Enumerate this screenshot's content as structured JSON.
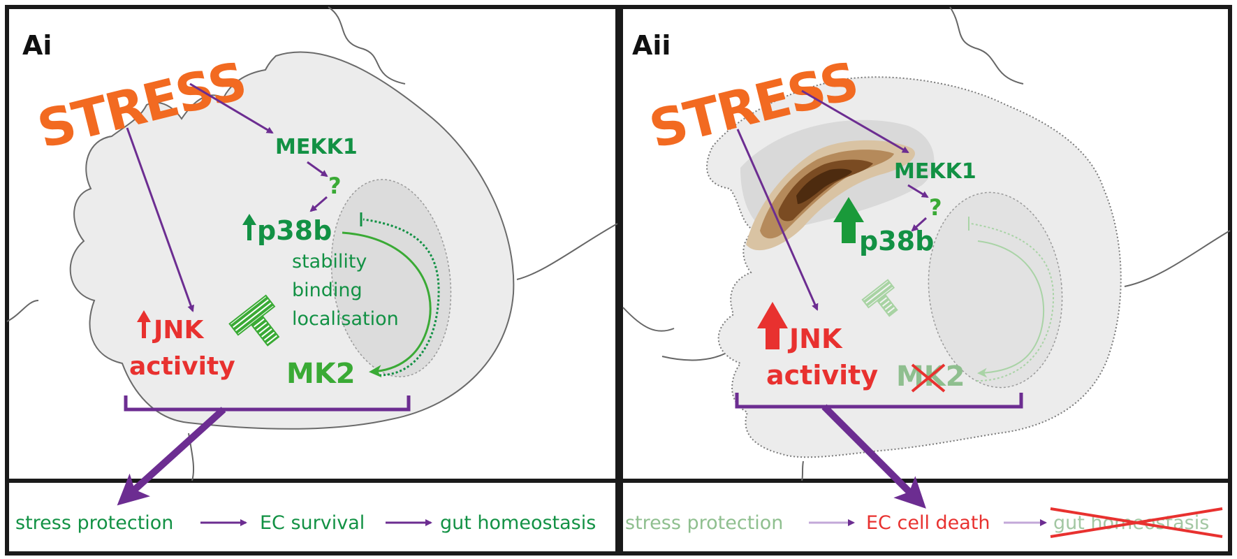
{
  "colors": {
    "orange": "#f26a21",
    "purple": "#6c2d91",
    "green": "#129144",
    "green_bright": "#3aaa35",
    "red": "#e8312f",
    "cell_fill": "#ececec",
    "nucleus_fill": "#dcdcdc",
    "faded_green": "#8fbf8f",
    "faded_purple": "#c3a8d8"
  },
  "panel_ai": {
    "label": "Ai",
    "stress": "STRESS",
    "mekk1": "MEKK1",
    "question": "?",
    "p38b": "p38b",
    "mechanisms": [
      "stability",
      "binding",
      "localisation"
    ],
    "jnk": "JNK",
    "activity": "activity",
    "mk2": "MK2",
    "outcome": {
      "step1": "stress protection",
      "step2": "EC survival",
      "step3": "gut homeostasis"
    }
  },
  "panel_aii": {
    "label": "Aii",
    "stress": "STRESS",
    "mekk1": "MEKK1",
    "question": "?",
    "p38b": "p38b",
    "jnk": "JNK",
    "activity": "activity",
    "mk2": "MK2",
    "outcome": {
      "step1": "stress protection",
      "step2": "EC cell death",
      "step3": "gut homeostasis"
    }
  },
  "icons": [
    "up-arrow-icon",
    "inhibition-bar-icon",
    "cross-out-icon",
    "damage-lesion-icon"
  ]
}
